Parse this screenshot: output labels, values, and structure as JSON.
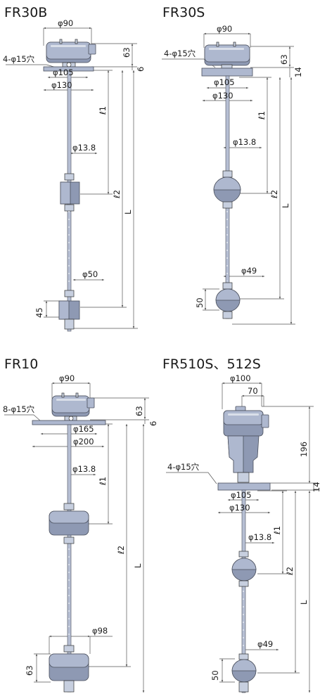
{
  "figures": [
    {
      "id": "fr30b",
      "title": "FR30B",
      "dia_head": "φ90",
      "holes": "4-φ15穴",
      "dim_head_h": "63",
      "dim_flange_t": "6",
      "dia_pcd": "φ105",
      "dia_flange": "φ130",
      "dia_rod": "φ13.8",
      "dia_float": "φ50",
      "dim_float_h": "45",
      "len1": "ℓ1",
      "len2": "ℓ2",
      "len_total": "L"
    },
    {
      "id": "fr30s",
      "title": "FR30S",
      "dia_head": "φ90",
      "holes": "4-φ15穴",
      "dim_head_h": "63",
      "dim_flange_t": "14",
      "dia_pcd": "φ105",
      "dia_flange": "φ130",
      "dia_rod": "φ13.8",
      "dia_float": "φ49",
      "dim_float_h": "50",
      "len1": "ℓ1",
      "len2": "ℓ2",
      "len_total": "L"
    },
    {
      "id": "fr10",
      "title": "FR10",
      "dia_head": "φ90",
      "holes": "8-φ15穴",
      "dim_head_h": "63",
      "dim_flange_t": "6",
      "dia_pcd": "φ165",
      "dia_flange": "φ200",
      "dia_rod": "φ13.8",
      "dia_float": "φ98",
      "dim_float_h": "63",
      "len1": "ℓ1",
      "len2": "ℓ2",
      "len_total": "L"
    },
    {
      "id": "fr510s",
      "title": "FR510S、512S",
      "dia_head": "φ100",
      "dim_head_half": "70",
      "dim_head_h": "196",
      "holes": "4-φ15穴",
      "dim_flange_t": "14",
      "dia_pcd": "φ105",
      "dia_flange": "φ130",
      "dia_rod": "φ13.8",
      "dia_float": "φ49",
      "dim_float_h": "50",
      "len1": "ℓ1",
      "len2": "ℓ2",
      "len_total": "L"
    }
  ],
  "colors": {
    "part_fill": "#aeb8cf",
    "part_dark": "#8e99b3",
    "outline": "#4a4f5c",
    "dimension_line": "#555555"
  }
}
